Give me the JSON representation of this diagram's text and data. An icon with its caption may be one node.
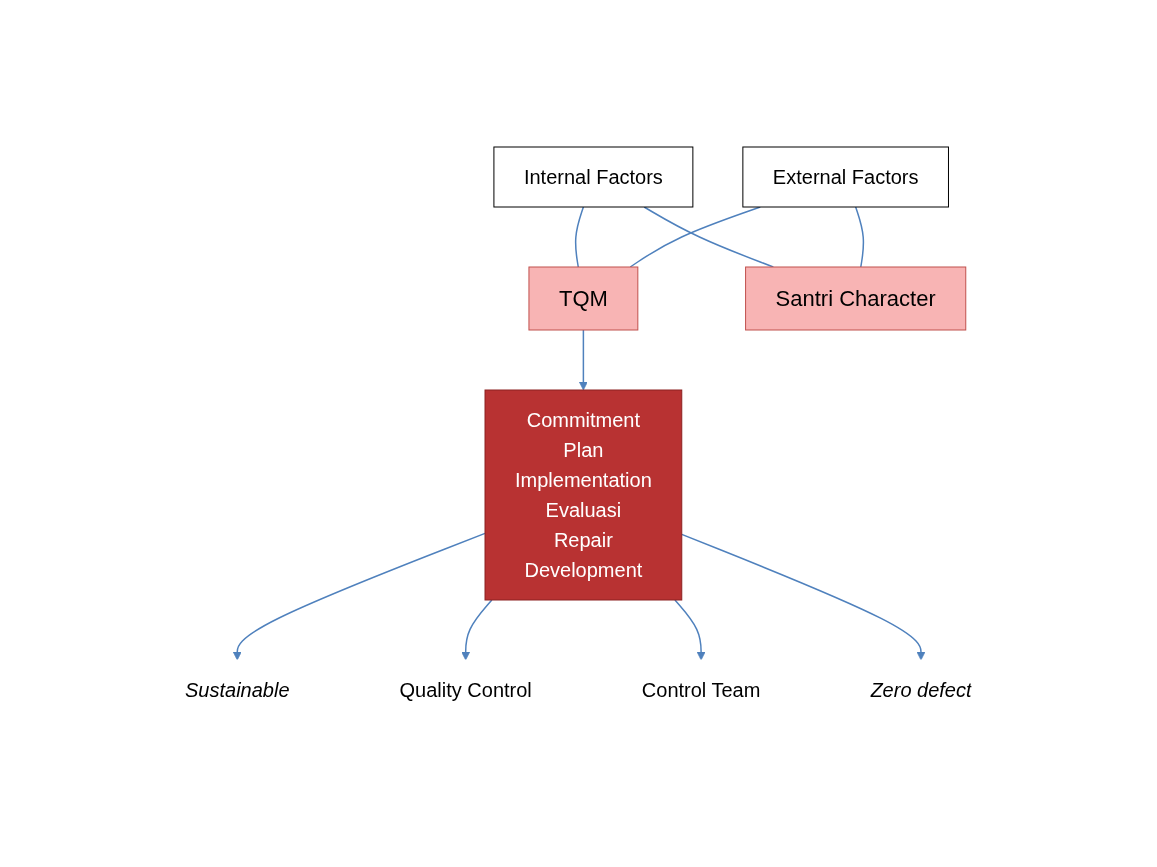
{
  "diagram": {
    "nodes": [
      {
        "text": [
          "TQM"
        ]
      },
      {
        "text": [
          "Commitment",
          "Plan",
          "Implementation",
          "Evaluasi",
          "Repair",
          "Development"
        ]
      },
      {
        "text": [
          "Internal Factors"
        ]
      },
      {
        "text": [
          "External Factors"
        ]
      },
      {
        "text": [
          "Santri Character"
        ]
      },
      {
        "text": [
          "Sustainable"
        ]
      },
      {
        "text": [
          "Quality Control"
        ]
      },
      {
        "text": [
          "Control Team"
        ]
      },
      {
        "text": [
          "Zero defect"
        ]
      }
    ],
    "edges": [
      {
        "from": 0,
        "to": 1,
        "arrow": "to"
      },
      {
        "from": 1,
        "to": 5,
        "arrow": "to"
      },
      {
        "from": 1,
        "to": 6,
        "arrow": "to"
      },
      {
        "from": 1,
        "to": 7,
        "arrow": "to"
      },
      {
        "from": 1,
        "to": 8,
        "arrow": "to"
      },
      {
        "from": 2,
        "to": 0,
        "arrow": "none"
      },
      {
        "from": 2,
        "to": 4,
        "arrow": "none"
      },
      {
        "from": 3,
        "to": 0,
        "arrow": "none"
      },
      {
        "from": 3,
        "to": 4,
        "arrow": "none"
      }
    ]
  }
}
